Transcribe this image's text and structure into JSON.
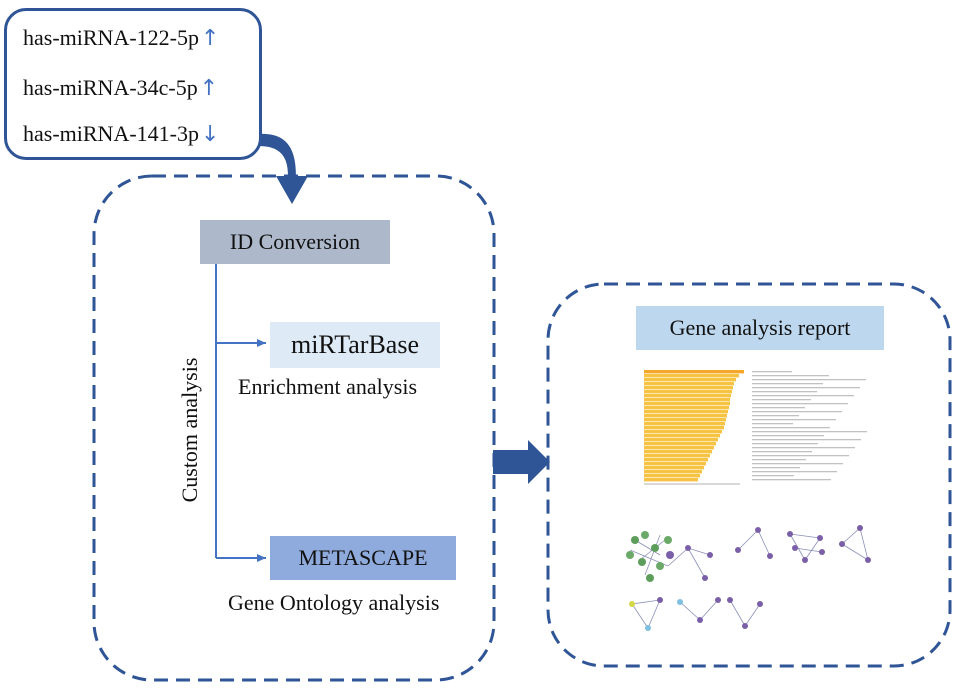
{
  "mirnas": [
    {
      "name": "has-miRNA-122-5p",
      "direction": "up",
      "arrow": "↑"
    },
    {
      "name": "has-miRNA-34c-5p",
      "direction": "up",
      "arrow": "↑"
    },
    {
      "name": "has-miRNA-141-3p",
      "direction": "down",
      "arrow": "↓"
    }
  ],
  "steps": {
    "id_conversion": "ID Conversion",
    "custom_analysis": "Custom analysis",
    "mirtarbase": "miRTarBase",
    "enrichment": "Enrichment analysis",
    "metascape": "METASCAPE",
    "gene_ontology": "Gene Ontology analysis"
  },
  "report": {
    "title": "Gene analysis report",
    "bar_values": [
      100,
      95,
      92,
      90,
      89,
      88,
      87,
      86,
      86,
      85,
      84,
      83,
      82,
      81,
      80,
      78,
      76,
      74,
      72,
      70,
      68,
      66,
      64,
      62,
      60,
      58,
      56,
      54
    ]
  },
  "colors": {
    "frame": "#2f5597",
    "arrow": "#4472c4",
    "bar_top": "#f4a72a",
    "bar": "#f6c343"
  }
}
